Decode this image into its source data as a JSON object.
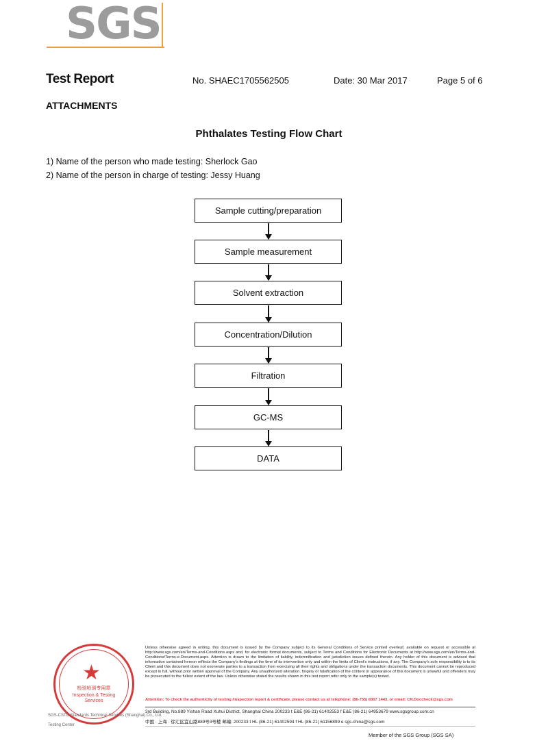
{
  "logo": {
    "text": "SGS"
  },
  "header": {
    "title": "Test Report",
    "report_no": "No. SHAEC1705562505",
    "date": "Date: 30 Mar 2017",
    "page": "Page 5 of 6"
  },
  "section": "ATTACHMENTS",
  "chart_title": "Phthalates Testing Flow Chart",
  "persons": [
    "1) Name of the person who made testing: Sherlock Gao",
    "2) Name of the person in charge of testing: Jessy Huang"
  ],
  "flow_steps": [
    "Sample cutting/preparation",
    "Sample measurement",
    "Solvent extraction",
    "Concentration/Dilution",
    "Filtration",
    "GC-MS",
    "DATA"
  ],
  "footer": {
    "legal": "Unless otherwise agreed in writing, this document is issued by the Company subject to its General Conditions of Service printed overleaf, available on request or accessible at http://www.sgs.com/en/Terms-and-Conditions.aspx and, for electronic format documents, subject to Terms and Conditions for Electronic Documents at http://www.sgs.com/en/Terms-and-Conditions/Terms-e-Document.aspx. Attention is drawn to the limitation of liability, indemnification and jurisdiction issues defined therein. Any holder of this document is advised that information contained hereon reflects the Company's findings at the time of its intervention only and within the limits of Client's instructions, if any. The Company's sole responsibility is to its Client and this document does not exonerate parties to a transaction from exercising all their rights and obligations under the transaction documents. This document cannot be reproduced except in full, without prior written approval of the Company. Any unauthorized alteration, forgery or falsification of the content or appearance of this document is unlawful and offenders may be prosecuted to the fullest extent of the law. Unless otherwise stated the results shown in this test report refer only to the sample(s) tested.",
    "warning": "Attention: To check the authenticity of testing /inspection report & certificate, please contact us at telephone: (86-755) 8307 1443, or email: CN.Doccheck@sgs.com",
    "address_en": "3rd Building, No.889 Yishan Road Xuhui District, Shanghai China   200233    t E&E (86-21) 61402553   f E&E (86-21) 64953679    www.sgsgroup.com.cn",
    "address_cn": "中国 · 上海 · 徐汇区宜山路889号3号楼    邮编: 200233    t HL (86-21) 61402594   f HL (86-21) 61156899    e sgs.china@sgs.com",
    "left_text": "SGS-CSTC Standards Technical Services (Shanghai) Co., Ltd.",
    "left_text2": "Testing Center",
    "member": "Member of the SGS Group (SGS SA)",
    "stamp_text": "Inspection & Testing Services",
    "stamp_cn": "检验检测专用章"
  }
}
